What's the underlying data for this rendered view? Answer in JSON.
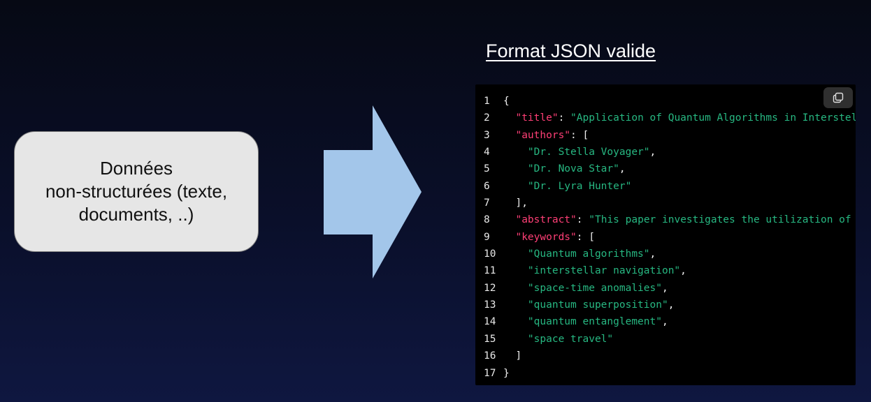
{
  "source": {
    "lines": [
      "Données",
      "non-structurées (texte,",
      "documents, ..)"
    ]
  },
  "output": {
    "title": "Format JSON valide",
    "copy_icon": "copy-icon",
    "code_lines": [
      {
        "num": "1",
        "tokens": [
          {
            "t": "p",
            "v": "{"
          }
        ]
      },
      {
        "num": "2",
        "tokens": [
          {
            "t": "p",
            "v": "  "
          },
          {
            "t": "k",
            "v": "\"title\""
          },
          {
            "t": "p",
            "v": ": "
          },
          {
            "t": "s",
            "v": "\"Application of Quantum Algorithms in Interstellar Navigation: A New Frontier in Space Exploration\""
          },
          {
            "t": "p",
            "v": ","
          }
        ]
      },
      {
        "num": "3",
        "tokens": [
          {
            "t": "p",
            "v": "  "
          },
          {
            "t": "k",
            "v": "\"authors\""
          },
          {
            "t": "p",
            "v": ": ["
          }
        ]
      },
      {
        "num": "4",
        "tokens": [
          {
            "t": "p",
            "v": "    "
          },
          {
            "t": "s",
            "v": "\"Dr. Stella Voyager\""
          },
          {
            "t": "p",
            "v": ","
          }
        ]
      },
      {
        "num": "5",
        "tokens": [
          {
            "t": "p",
            "v": "    "
          },
          {
            "t": "s",
            "v": "\"Dr. Nova Star\""
          },
          {
            "t": "p",
            "v": ","
          }
        ]
      },
      {
        "num": "6",
        "tokens": [
          {
            "t": "p",
            "v": "    "
          },
          {
            "t": "s",
            "v": "\"Dr. Lyra Hunter\""
          }
        ]
      },
      {
        "num": "7",
        "tokens": [
          {
            "t": "p",
            "v": "  ],"
          }
        ]
      },
      {
        "num": "8",
        "tokens": [
          {
            "t": "p",
            "v": "  "
          },
          {
            "t": "k",
            "v": "\"abstract\""
          },
          {
            "t": "p",
            "v": ": "
          },
          {
            "t": "s",
            "v": "\"This paper investigates the utilization of quantum algorithms to improve interstellar navigation\""
          },
          {
            "t": "p",
            "v": ","
          }
        ]
      },
      {
        "num": "9",
        "tokens": [
          {
            "t": "p",
            "v": "  "
          },
          {
            "t": "k",
            "v": "\"keywords\""
          },
          {
            "t": "p",
            "v": ": ["
          }
        ]
      },
      {
        "num": "10",
        "tokens": [
          {
            "t": "p",
            "v": "    "
          },
          {
            "t": "s",
            "v": "\"Quantum algorithms\""
          },
          {
            "t": "p",
            "v": ","
          }
        ]
      },
      {
        "num": "11",
        "tokens": [
          {
            "t": "p",
            "v": "    "
          },
          {
            "t": "s",
            "v": "\"interstellar navigation\""
          },
          {
            "t": "p",
            "v": ","
          }
        ]
      },
      {
        "num": "12",
        "tokens": [
          {
            "t": "p",
            "v": "    "
          },
          {
            "t": "s",
            "v": "\"space-time anomalies\""
          },
          {
            "t": "p",
            "v": ","
          }
        ]
      },
      {
        "num": "13",
        "tokens": [
          {
            "t": "p",
            "v": "    "
          },
          {
            "t": "s",
            "v": "\"quantum superposition\""
          },
          {
            "t": "p",
            "v": ","
          }
        ]
      },
      {
        "num": "14",
        "tokens": [
          {
            "t": "p",
            "v": "    "
          },
          {
            "t": "s",
            "v": "\"quantum entanglement\""
          },
          {
            "t": "p",
            "v": ","
          }
        ]
      },
      {
        "num": "15",
        "tokens": [
          {
            "t": "p",
            "v": "    "
          },
          {
            "t": "s",
            "v": "\"space travel\""
          }
        ]
      },
      {
        "num": "16",
        "tokens": [
          {
            "t": "p",
            "v": "  ]"
          }
        ]
      },
      {
        "num": "17",
        "tokens": [
          {
            "t": "p",
            "v": "}"
          }
        ]
      }
    ]
  },
  "colors": {
    "key": "#ff3f76",
    "string": "#27b882",
    "arrow": "#a3c6ea",
    "box": "#e6e6e6"
  }
}
